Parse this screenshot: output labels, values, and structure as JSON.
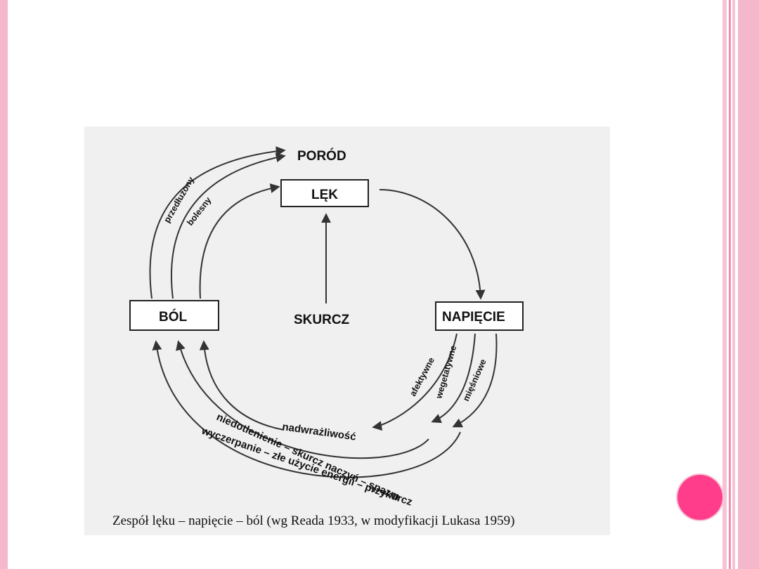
{
  "diagram": {
    "porod": "PORÓD",
    "lek": "LĘK",
    "bol": "BÓL",
    "napiecie": "NAPIĘCIE",
    "skurcz": "SKURCZ",
    "przedluzony": "przedłużony",
    "bolesny": "bolesny",
    "afektywne": "afektywne",
    "wegetatywne": "wegetatywne",
    "miesniowe": "mięśniowe",
    "nadwrazliwosc": "nadwrażliwość",
    "niedotlenienie": "niedotlenienie – skurcz naczyń – spazm",
    "wyczerpanie": "wyczerpanie – złe użycie energii – przykurcz"
  },
  "caption": "Zespół lęku – napięcie – ból (wg Reada 1933, w modyfikacji Lukasa 1959)",
  "colors": {
    "frame_pink": "#f4b8cc",
    "stripe_dark": "#ef8fb0",
    "dot": "#ff3d8a",
    "scan_bg": "#f0f0f0"
  }
}
